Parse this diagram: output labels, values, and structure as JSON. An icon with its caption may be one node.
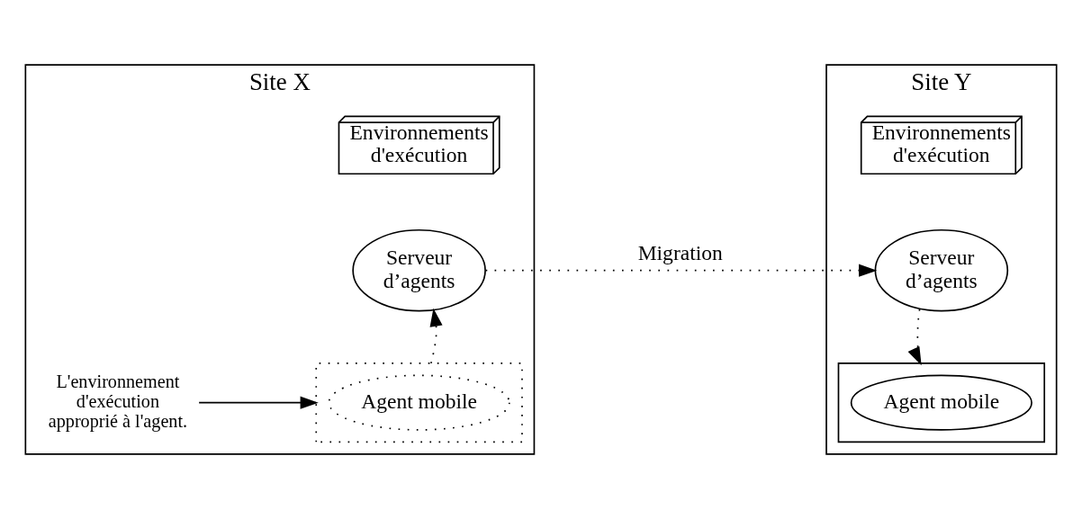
{
  "diagram": {
    "nodes": [
      {
        "text": [
          "Site X"
        ]
      },
      {
        "text": [
          "Environnements d'exécution"
        ],
        "in": 0
      },
      {
        "text": [
          "Serveur d’agents"
        ],
        "in": 0
      },
      {
        "text": [],
        "shape": "box",
        "in": 0
      },
      {
        "text": [
          "Agent mobile"
        ],
        "in": 3
      },
      {
        "text": [
          "L'environnement d'exécution approprié à l'agent."
        ],
        "in": 0
      },
      {
        "text": [
          "Site Y"
        ]
      },
      {
        "text": [
          "Environnements d'exécution"
        ],
        "in": 6
      },
      {
        "text": [
          "Serveur d’agents"
        ],
        "in": 6
      },
      {
        "text": [],
        "shape": "box",
        "in": 6
      },
      {
        "text": [
          "Agent mobile"
        ],
        "in": 9
      }
    ],
    "edges": [
      {
        "from": 3,
        "to": 2,
        "arrow": "to",
        "style": "dashed"
      },
      {
        "from": 5,
        "to": 3,
        "arrow": "to"
      },
      {
        "from": 2,
        "to": 8,
        "arrow": "to",
        "style": "dashed",
        "label": "Migration"
      },
      {
        "from": 8,
        "to": 9,
        "arrow": "to",
        "style": "dashed"
      }
    ]
  }
}
